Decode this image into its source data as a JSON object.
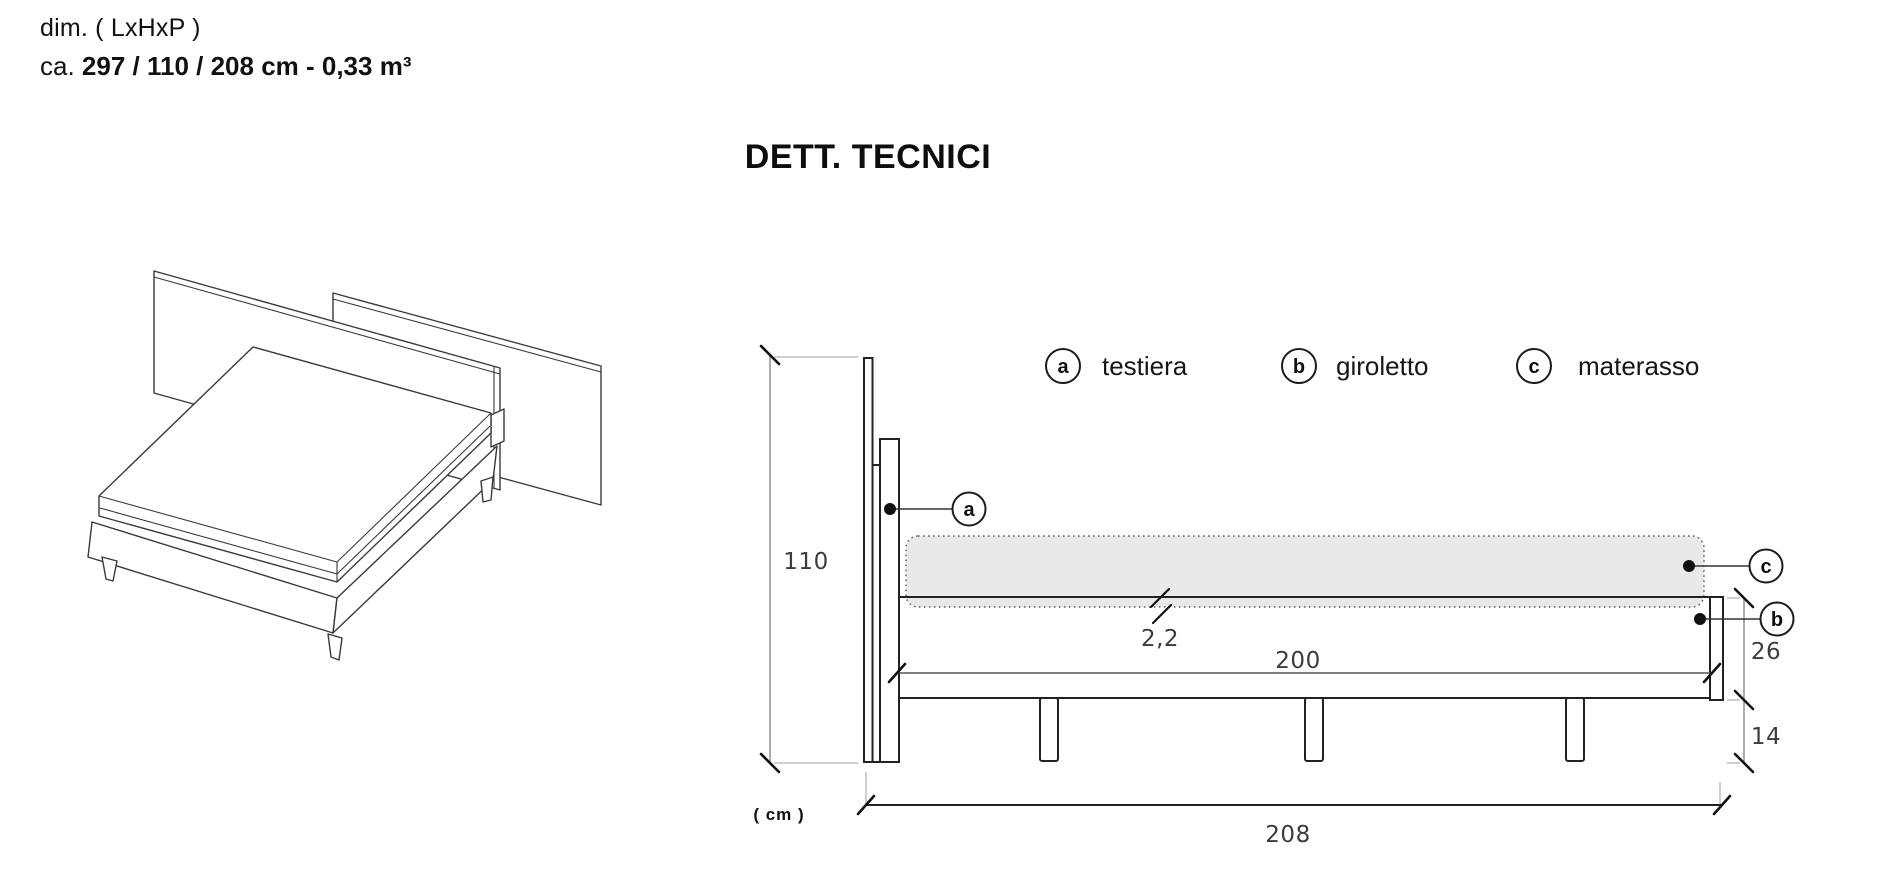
{
  "header": {
    "dim_label": "dim. ( LxHxP )",
    "approx_prefix": "ca.",
    "dim_value": "297 / 110 / 208 cm - 0,33 m³"
  },
  "title": "DETT. TECNICI",
  "legend": {
    "items": [
      {
        "key": "a",
        "label": "testiera"
      },
      {
        "key": "b",
        "label": "giroletto"
      },
      {
        "key": "c",
        "label": "materasso"
      }
    ]
  },
  "dimensions": {
    "height": "110",
    "slat_thickness": "2,2",
    "inner_length": "200",
    "frame_height": "26",
    "floor_clearance": "14",
    "total_length": "208",
    "unit_label": "( cm )"
  }
}
